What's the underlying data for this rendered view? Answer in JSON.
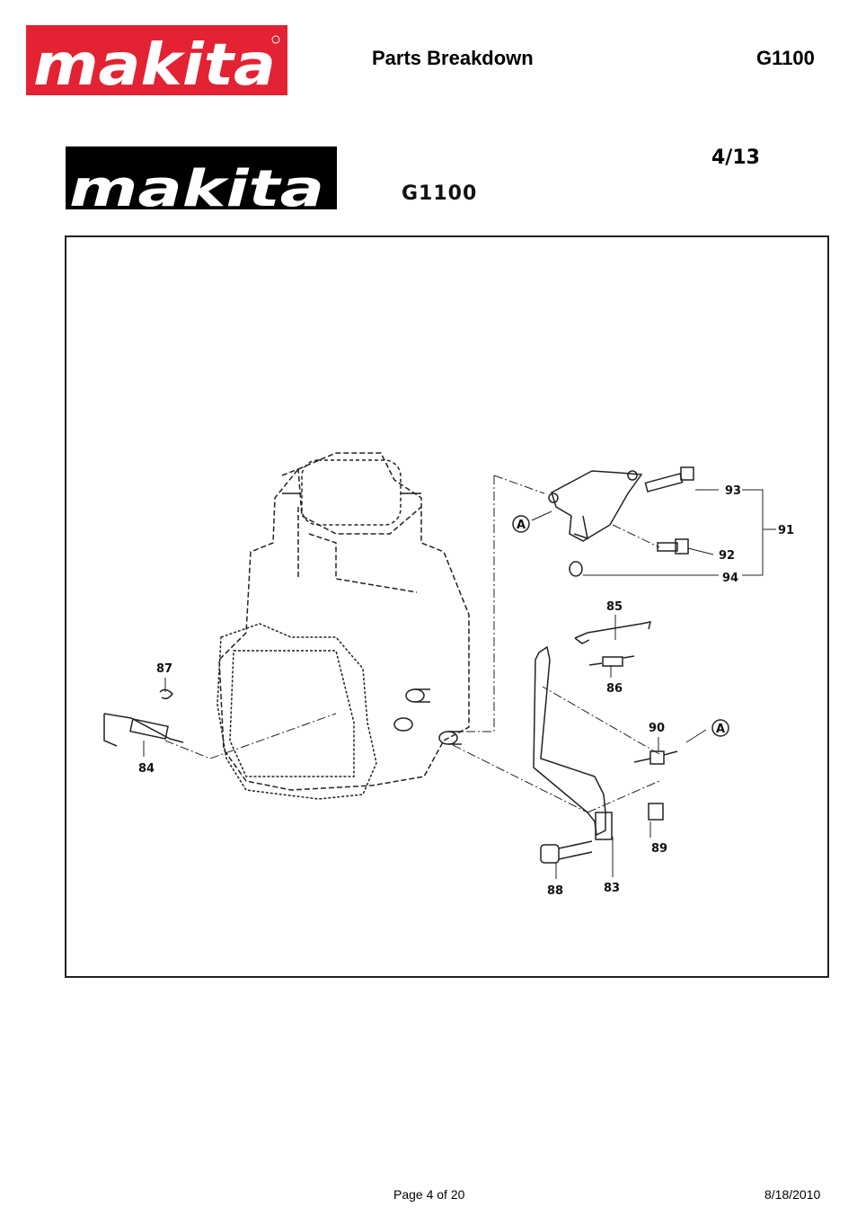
{
  "header": {
    "brand": "makita",
    "title": "Parts Breakdown",
    "model": "G1100"
  },
  "document": {
    "brand": "makita",
    "model": "G1100",
    "page_index": "4/13"
  },
  "diagram": {
    "callouts": {
      "p83": "83",
      "p84": "84",
      "p85": "85",
      "p86": "86",
      "p87": "87",
      "p88": "88",
      "p89": "89",
      "p90": "90",
      "p91": "91",
      "p92": "92",
      "p93": "93",
      "p94": "94",
      "refA1": "A",
      "refA2": "A"
    }
  },
  "footer": {
    "page": "Page 4 of 20",
    "date": "8/18/2010"
  },
  "colors": {
    "brand_red": "#e32233",
    "black": "#000000"
  }
}
